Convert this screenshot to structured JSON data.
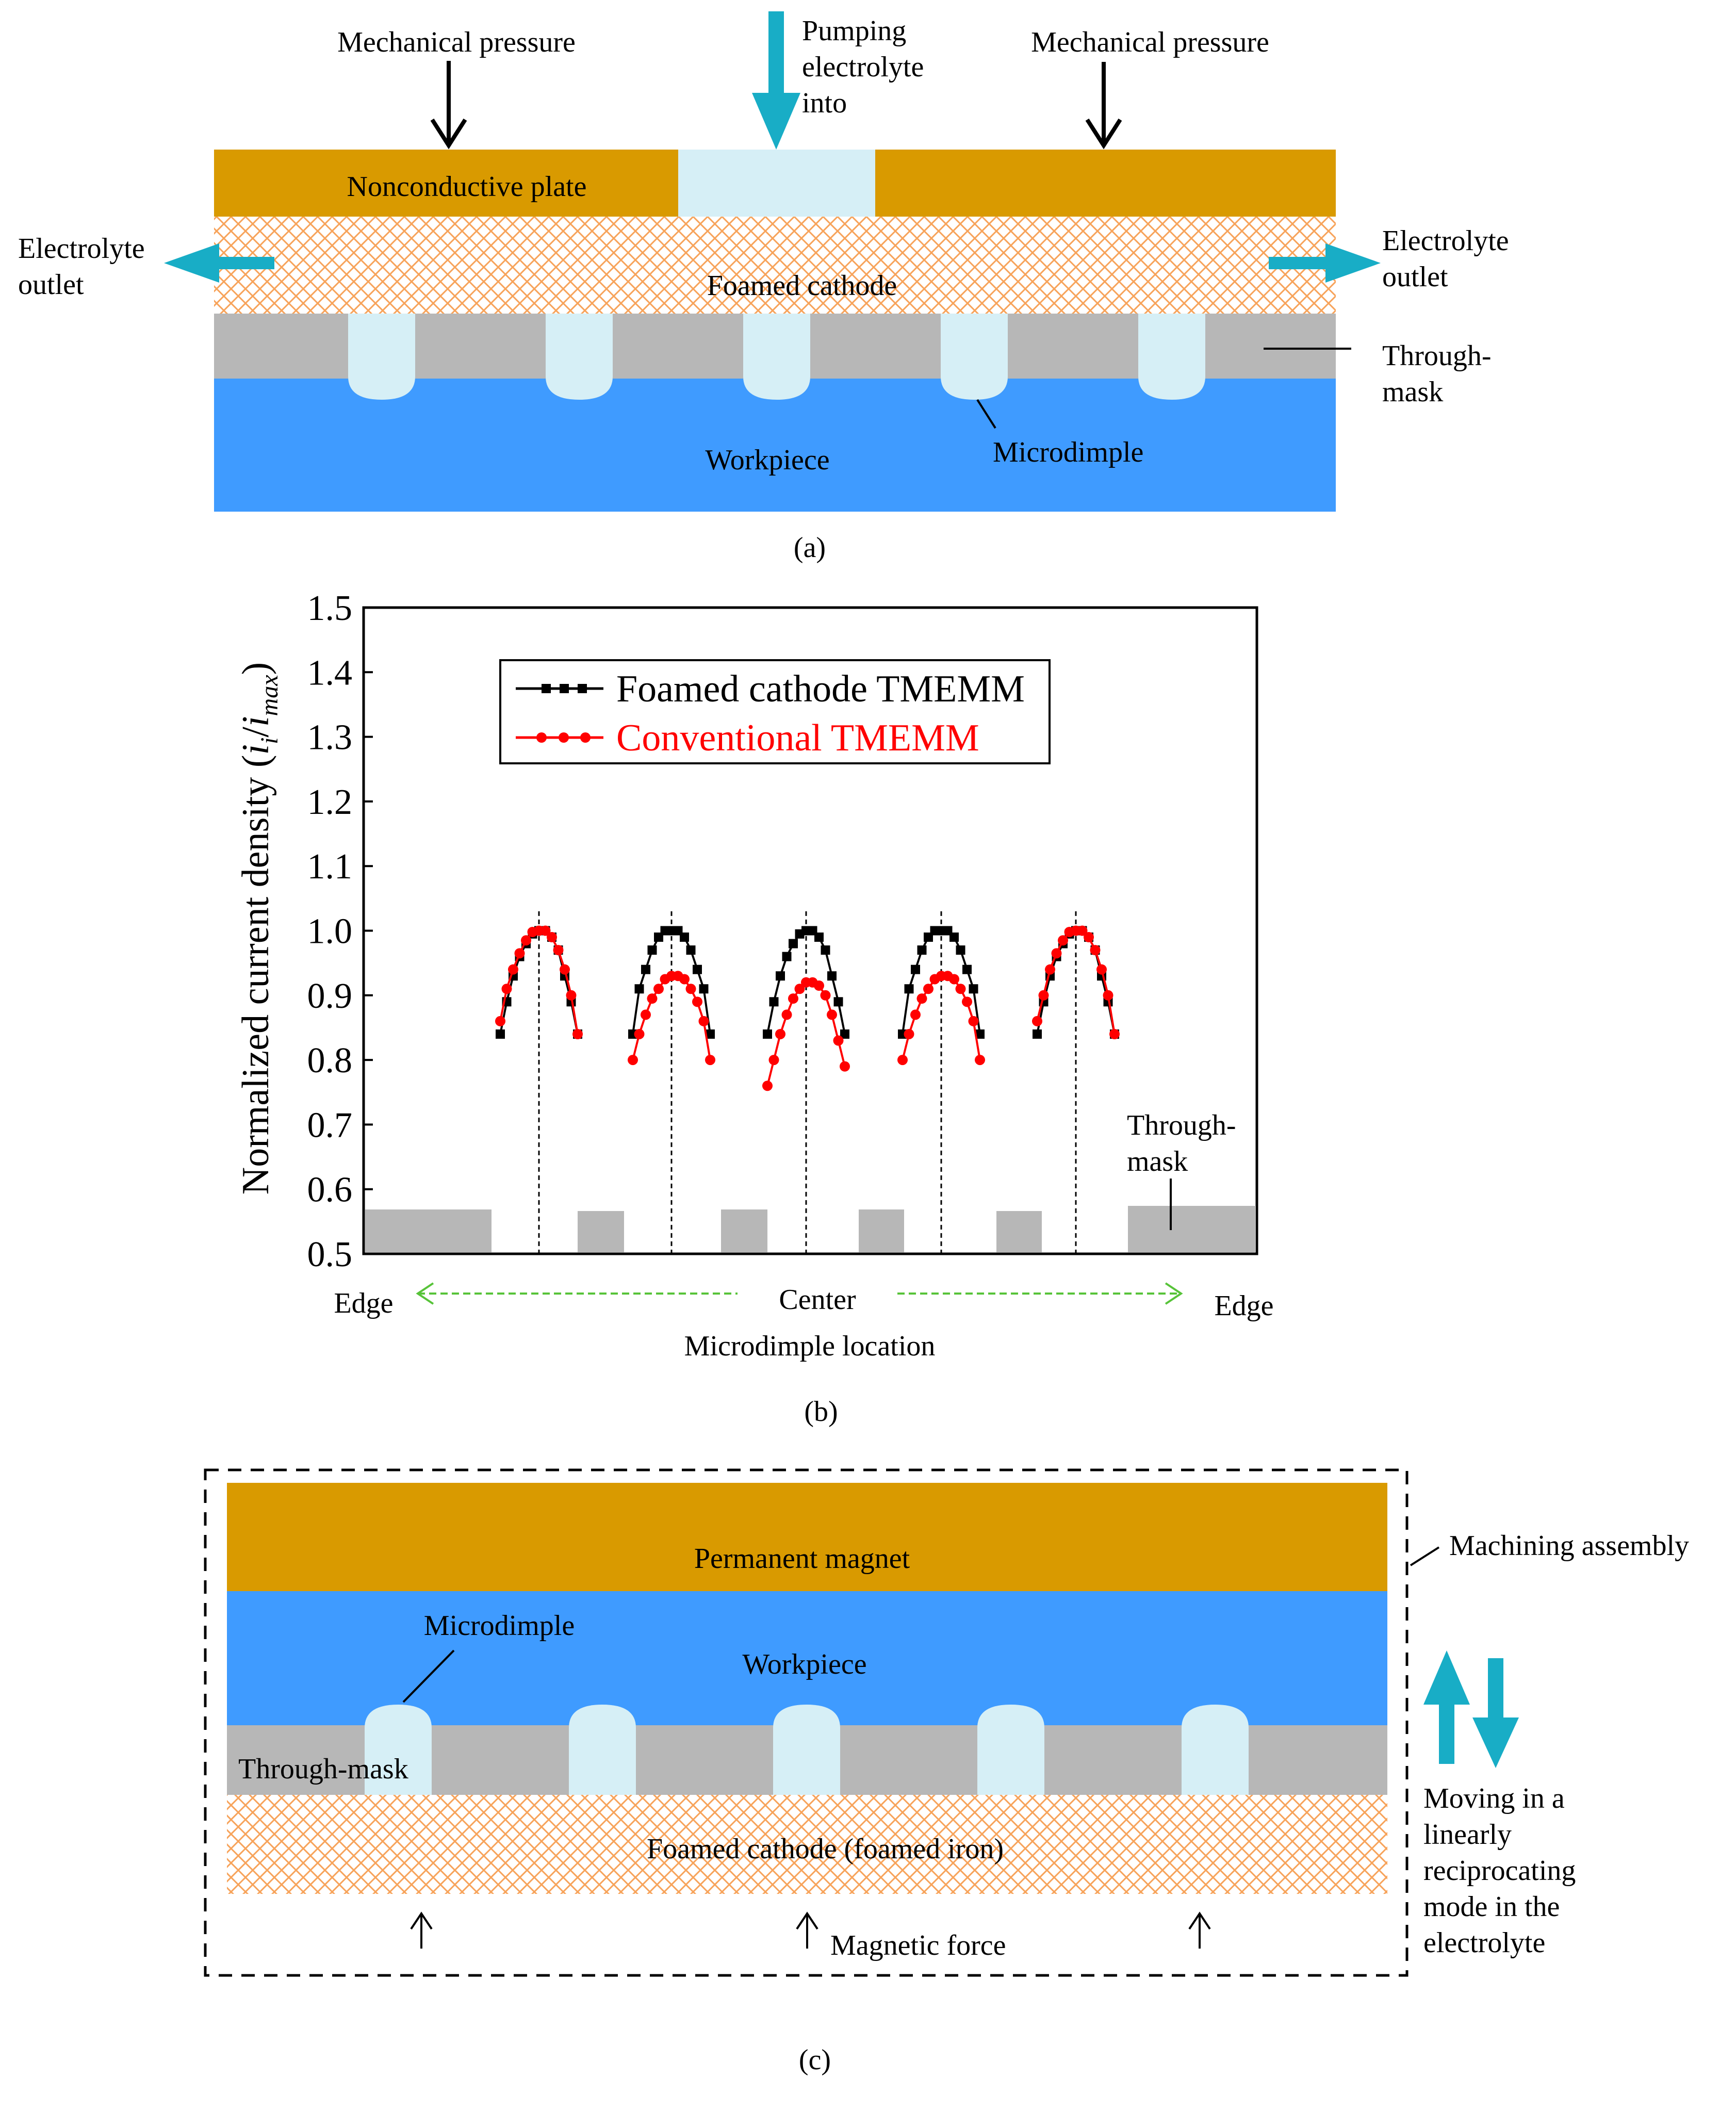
{
  "colors": {
    "plate": "#D99A00",
    "electrolyte": "#D6EFF6",
    "foam_line": "#F7A35A",
    "mask": "#B7B7B7",
    "workpiece": "#3F9BFF",
    "flow_arrow": "#18ADC6",
    "black_series": "#000000",
    "red_series": "#FF0000",
    "center_arrow": "#57C339"
  },
  "panel_a": {
    "mechanical_pressure_left": "Mechanical pressure",
    "mechanical_pressure_right": "Mechanical pressure",
    "pumping": [
      "Pumping",
      "electrolyte",
      "into"
    ],
    "nonconductive_plate": "Nonconductive plate",
    "electrolyte_outlet_left": [
      "Electrolyte",
      "outlet"
    ],
    "electrolyte_outlet_right": [
      "Electrolyte",
      "outlet"
    ],
    "foamed_cathode": "Foamed cathode",
    "through_mask": [
      "Through-",
      "mask"
    ],
    "microdimple": "Microdimple",
    "workpiece": "Workpiece",
    "caption": "(a)"
  },
  "panel_b": {
    "chart_data": {
      "type": "line",
      "ylabel": "Normalized current density (i_i/i_max)",
      "xlabel": "Microdimple location",
      "ylim": [
        0.5,
        1.5
      ],
      "yticks": [
        "0.5",
        "0.6",
        "0.7",
        "0.8",
        "0.9",
        "1.0",
        "1.1",
        "1.2",
        "1.3",
        "1.4",
        "1.5"
      ],
      "x_direction_labels": {
        "left": "Edge",
        "center": "Center",
        "right": "Edge"
      },
      "series": [
        {
          "name": "Foamed cathode TMEMM",
          "color": "#000000",
          "marker": "square",
          "dimples": [
            [
              0.84,
              0.89,
              0.93,
              0.96,
              0.98,
              0.995,
              1.0,
              1.0,
              0.99,
              0.97,
              0.93,
              0.89,
              0.84
            ],
            [
              0.84,
              0.91,
              0.94,
              0.97,
              0.99,
              1.0,
              1.0,
              1.0,
              0.99,
              0.97,
              0.94,
              0.91,
              0.84
            ],
            [
              0.84,
              0.89,
              0.93,
              0.96,
              0.98,
              0.995,
              1.0,
              1.0,
              0.99,
              0.97,
              0.93,
              0.89,
              0.84
            ],
            [
              0.84,
              0.91,
              0.94,
              0.97,
              0.99,
              1.0,
              1.0,
              1.0,
              0.99,
              0.97,
              0.94,
              0.91,
              0.84
            ],
            [
              0.84,
              0.89,
              0.93,
              0.96,
              0.98,
              0.995,
              1.0,
              1.0,
              0.99,
              0.97,
              0.93,
              0.89,
              0.84
            ]
          ]
        },
        {
          "name": "Conventional TMEMM",
          "color": "#FF0000",
          "marker": "circle",
          "dimples": [
            [
              0.86,
              0.91,
              0.94,
              0.965,
              0.985,
              0.998,
              1.0,
              1.0,
              0.99,
              0.97,
              0.94,
              0.9,
              0.84
            ],
            [
              0.8,
              0.84,
              0.87,
              0.895,
              0.91,
              0.925,
              0.93,
              0.93,
              0.925,
              0.91,
              0.89,
              0.86,
              0.8
            ],
            [
              0.76,
              0.8,
              0.84,
              0.87,
              0.895,
              0.91,
              0.92,
              0.92,
              0.915,
              0.9,
              0.87,
              0.83,
              0.79
            ],
            [
              0.8,
              0.84,
              0.87,
              0.895,
              0.91,
              0.925,
              0.93,
              0.93,
              0.925,
              0.91,
              0.89,
              0.86,
              0.8
            ],
            [
              0.86,
              0.9,
              0.94,
              0.965,
              0.985,
              0.998,
              1.0,
              1.0,
              0.99,
              0.97,
              0.94,
              0.9,
              0.84
            ]
          ]
        }
      ]
    },
    "through_mask": [
      "Through-",
      "mask"
    ],
    "caption": "(b)"
  },
  "panel_c": {
    "permanent_magnet": "Permanent magnet",
    "workpiece": "Workpiece",
    "microdimple": "Microdimple",
    "through_mask": "Through-mask",
    "foamed_cathode": "Foamed cathode (foamed iron)",
    "magnetic_force": "Magnetic force",
    "machining_assembly": "Machining assembly",
    "moving": [
      "Moving in a",
      "linearly",
      "reciprocating",
      "mode in the",
      "electrolyte"
    ],
    "caption": "(c)"
  }
}
